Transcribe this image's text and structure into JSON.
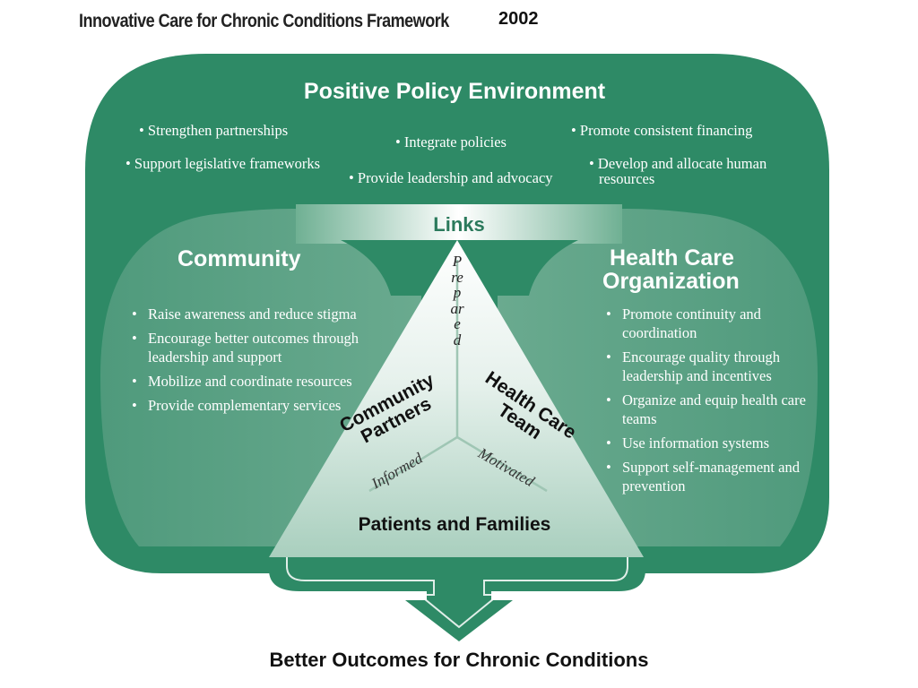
{
  "header": {
    "title": "Innovative Care for Chronic Conditions Framework",
    "year": "2002"
  },
  "policy": {
    "heading": "Positive Policy Environment",
    "items": [
      "• Strengthen partnerships",
      "• Support legislative frameworks",
      "• Integrate policies",
      "• Provide leadership and advocacy",
      "• Promote consistent financing",
      "• Develop and allocate human",
      "resources"
    ]
  },
  "links": {
    "label": "Links"
  },
  "community": {
    "heading": "Community",
    "items": [
      "Raise awareness and reduce stigma",
      "Encourage better outcomes through leadership and support",
      "Mobilize and coordinate resources",
      "Provide complementary services"
    ]
  },
  "hco": {
    "heading_line1": "Health Care",
    "heading_line2": "Organization",
    "items": [
      "Promote continuity and coordination",
      "Encourage quality through leadership and incentives",
      "Organize and equip health care teams",
      "Use information systems",
      "Support self-management and prevention"
    ]
  },
  "triangle": {
    "prepared": "Prepared",
    "informed": "Informed",
    "motivated": "Motivated",
    "community_partners_line1": "Community",
    "community_partners_line2": "Partners",
    "health_team_line1": "Health Care",
    "health_team_line2": "Team",
    "patients": "Patients and Families"
  },
  "footer": {
    "outcome": "Better Outcomes for Chronic Conditions"
  },
  "colors": {
    "green": "#2e8a66",
    "green_dark": "#1f6e50",
    "mid_circle": "#5ea287",
    "triangle_top": "#ffffff",
    "triangle_bottom": "#9cc7b4"
  }
}
